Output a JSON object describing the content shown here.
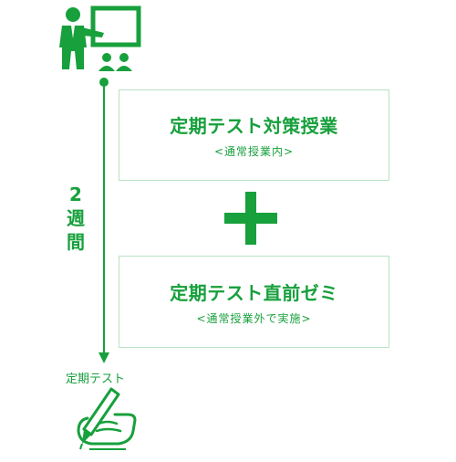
{
  "diagram": {
    "duration": {
      "number": "2",
      "line1": "週",
      "line2": "間"
    },
    "boxes": [
      {
        "title": "定期テスト対策授業",
        "subtitle": "<通常授業内>"
      },
      {
        "title": "定期テスト直前ゼミ",
        "subtitle": "<通常授業外で実施>"
      }
    ],
    "final_label": "定期テスト",
    "icons": {
      "start": "teacher-presenting-icon",
      "end": "hand-writing-icon",
      "combine": "plus-icon"
    },
    "colors": {
      "accent": "#17a03c",
      "box_border": "#b8e3c2"
    }
  }
}
